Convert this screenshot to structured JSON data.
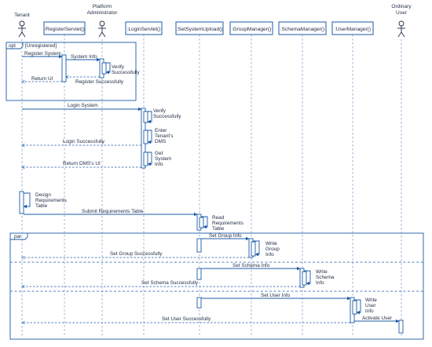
{
  "actors": {
    "tenant": "Tenant",
    "platform_admin": [
      "Platform",
      "Administrator"
    ],
    "ordinary_user": [
      "Ordinary",
      "User"
    ]
  },
  "objects": {
    "register_servlet": ":RegisterServlet()",
    "login_servlet": ":LoginServlet()",
    "set_system_upload": ":SetSystemUpload()",
    "group_manager": ":GroupManager()",
    "schema_manager": ":SchemaManager()",
    "user_manager": ":UserManager()"
  },
  "fragments": {
    "opt_label": "opt",
    "opt_guard": "[Unregistered]",
    "par_label": "par"
  },
  "messages": {
    "register_system": "Register System",
    "system_info": "System Info",
    "verify_successfully_1": [
      "Verify",
      "Successfully"
    ],
    "register_successfully": "Register Successfully",
    "return_ui": "Return UI",
    "login_system": "Login System",
    "verify_successfully_2": [
      "Verify",
      "Successfully"
    ],
    "enter_tenants_dms": [
      "Enter",
      "Tenant's",
      "DMS"
    ],
    "login_successfully": "Login Successfully",
    "get_system_info": [
      "Get",
      "System",
      "Info"
    ],
    "return_dms_ui": "Return DMS's UI",
    "design_requirements_table": [
      "Design",
      "Requirements",
      "Table"
    ],
    "submit_requirements_table": "Submit Requirements Table",
    "read_requirements_table": [
      "Read",
      "Requirements",
      "Table"
    ],
    "set_group_info": "Set Group Info",
    "write_group_info": [
      "Write",
      "Group",
      "Info"
    ],
    "set_group_successfully": "Set Group Successfully",
    "set_schema_info": "Set Schema Info",
    "write_schema_info": [
      "Write",
      "Schema",
      "Info"
    ],
    "set_schema_successfully": "Set Schema Successfully",
    "set_user_info": "Set User Info",
    "write_user_info": [
      "Write",
      "User",
      "Info"
    ],
    "activate_user": "Activate User",
    "set_user_successfully": "Set User Successfully"
  }
}
